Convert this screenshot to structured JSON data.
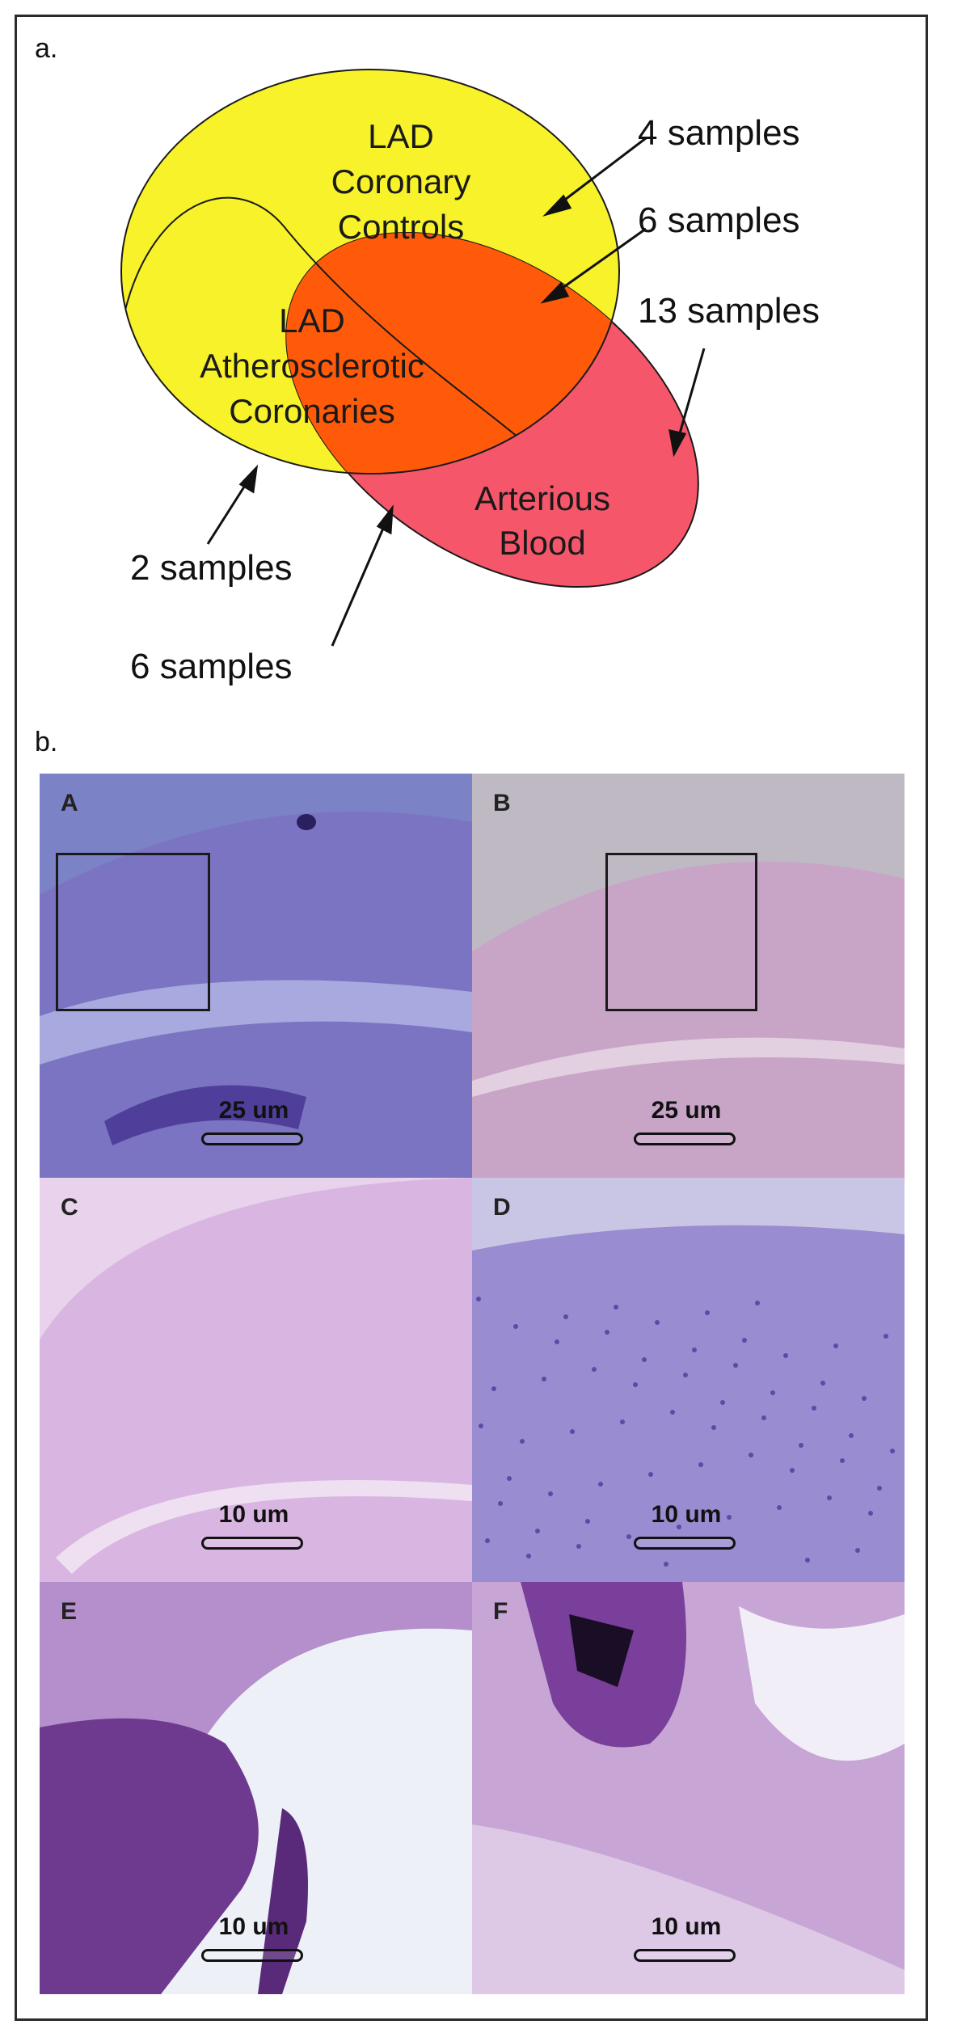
{
  "figure": {
    "panel_a_label": "a.",
    "panel_b_label": "b."
  },
  "venn": {
    "sets": [
      {
        "id": "controls",
        "label_lines": [
          "LAD",
          "Coronary",
          "Controls"
        ],
        "color": "#f7f22a"
      },
      {
        "id": "atherosclerotic",
        "label_lines": [
          "LAD",
          "Atherosclerotic",
          "Coronaries"
        ],
        "color": "#f7f22a"
      },
      {
        "id": "blood",
        "label_lines": [
          "Arterious",
          "Blood"
        ],
        "color": "#f5566a"
      }
    ],
    "overlap_color": "#ff5a0a",
    "counts": {
      "controls_only": "4 samples",
      "controls_blood": "6 samples",
      "blood_only": "13 samples",
      "atherosclerotic_only": "2 samples",
      "atherosclerotic_blood": "6 samples"
    }
  },
  "micrographs": [
    {
      "letter": "A",
      "scale": "25 um",
      "tint": "#7f86c8"
    },
    {
      "letter": "B",
      "scale": "25 um",
      "tint": "#c9a8c6"
    },
    {
      "letter": "C",
      "scale": "10 um",
      "tint": "#d7b0dc"
    },
    {
      "letter": "D",
      "scale": "10 um",
      "tint": "#9f90d0"
    },
    {
      "letter": "E",
      "scale": "10 um",
      "tint": "#8f5fa8"
    },
    {
      "letter": "F",
      "scale": "10 um",
      "tint": "#b891cc"
    }
  ]
}
